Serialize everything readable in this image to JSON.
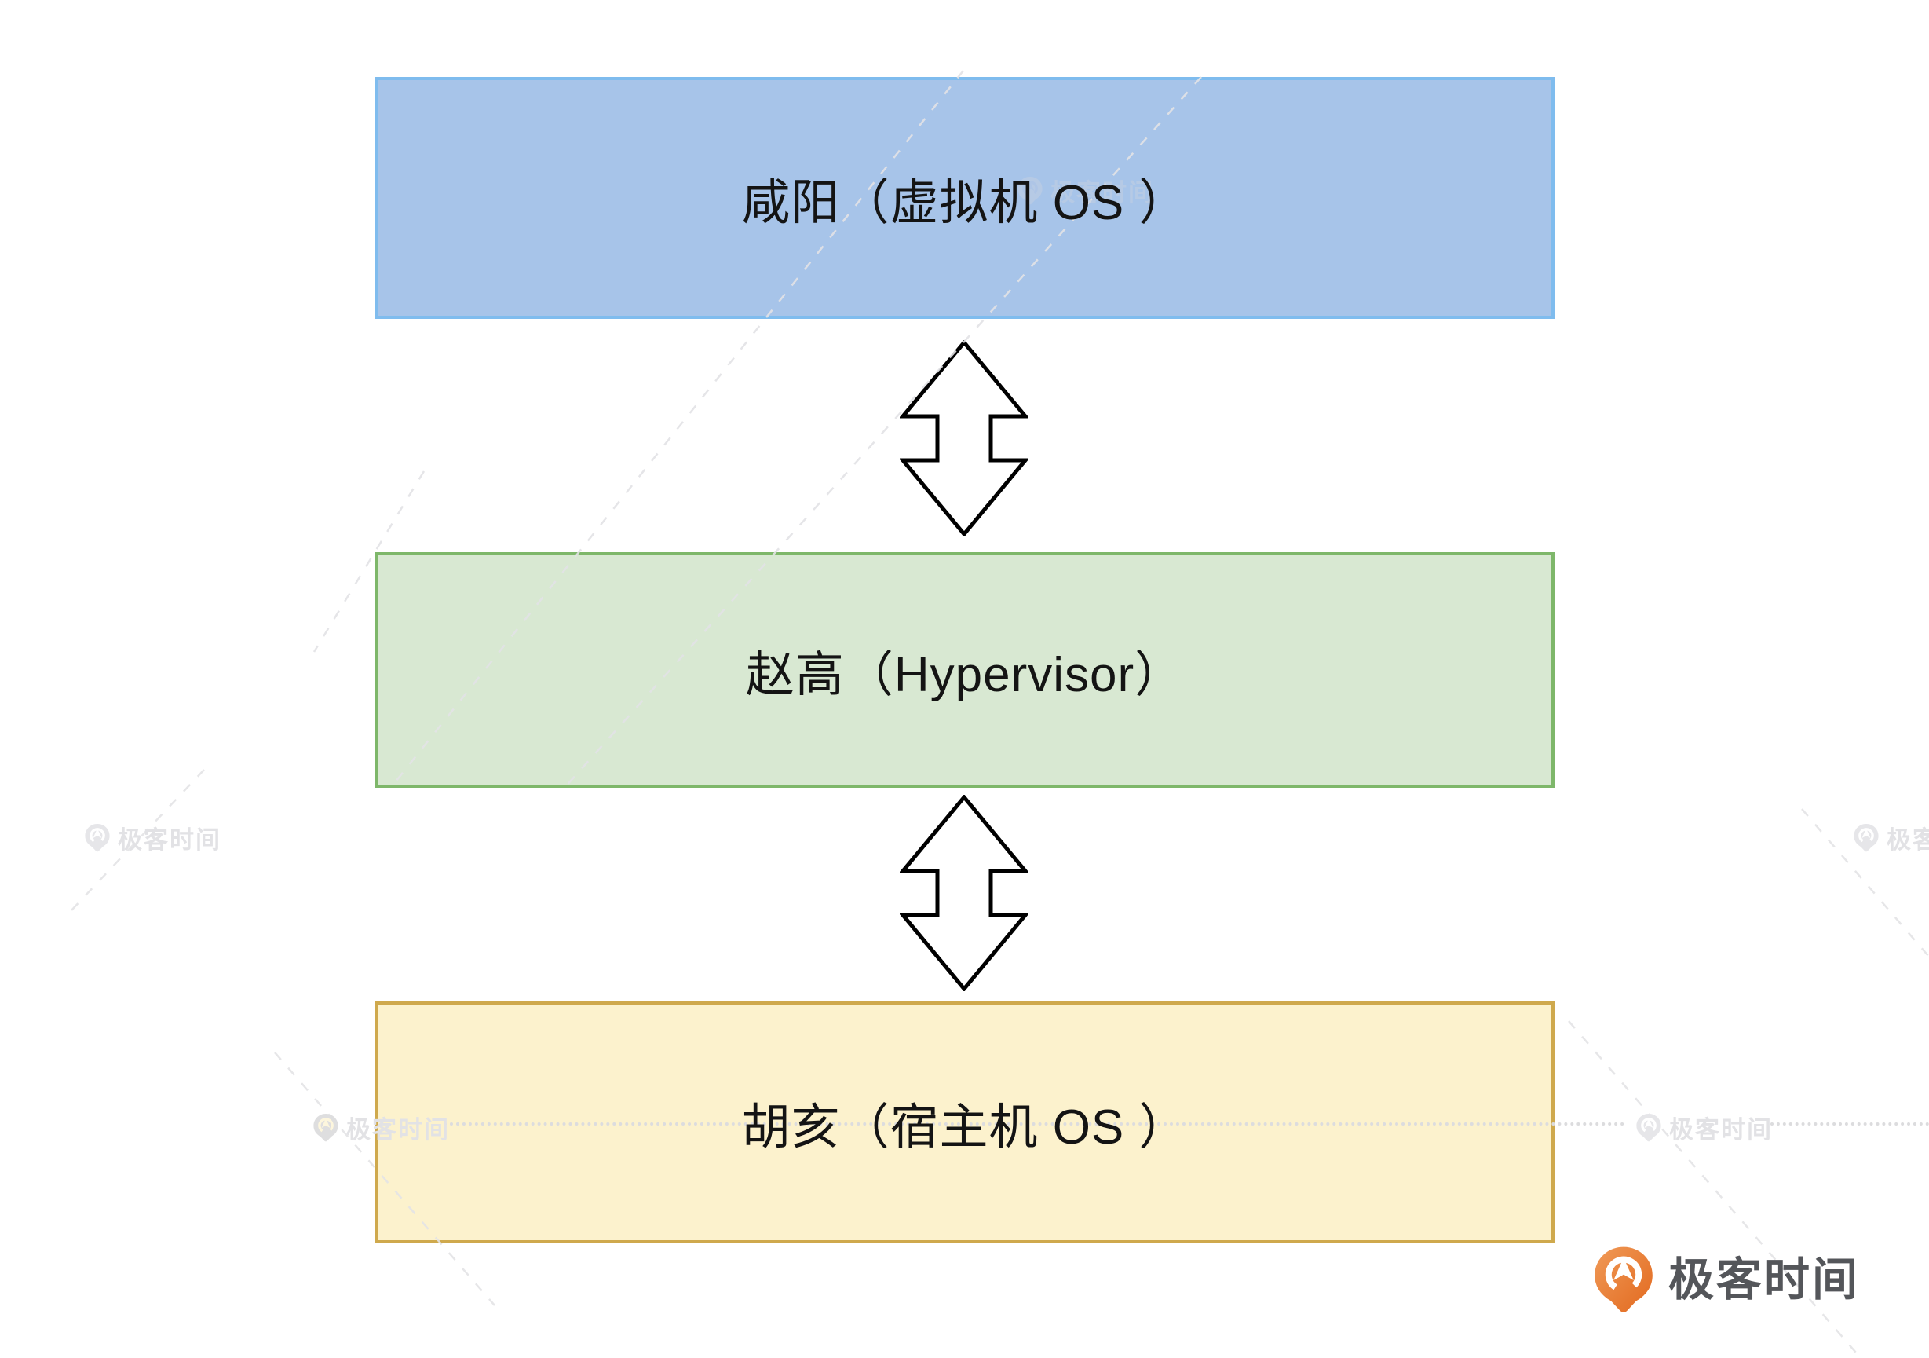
{
  "diagram": {
    "title_context": "virtualization-layers",
    "layers": [
      {
        "id": "vm-os",
        "label": "咸阳（虚拟机 OS ）",
        "fill": "#a7c4e9",
        "border": "#7fbcee"
      },
      {
        "id": "hypervisor",
        "label": "赵高（Hypervisor）",
        "fill": "#d8e8d2",
        "border": "#7eb76a"
      },
      {
        "id": "host-os",
        "label": "胡亥（宿主机 OS ）",
        "fill": "#fcf2cd",
        "border": "#cfa94d"
      }
    ],
    "connector": {
      "type": "double-headed-vertical-arrow",
      "count": 2,
      "stroke": "#000000",
      "fill": "#ffffff"
    }
  },
  "watermark": {
    "text": "极客时间",
    "color": "#e2e2e5"
  },
  "branding": {
    "logo_text": "极客时间",
    "logo_text_color": "#54565a",
    "logo_orange_from": "#f09a57",
    "logo_orange_to": "#e2691f"
  }
}
